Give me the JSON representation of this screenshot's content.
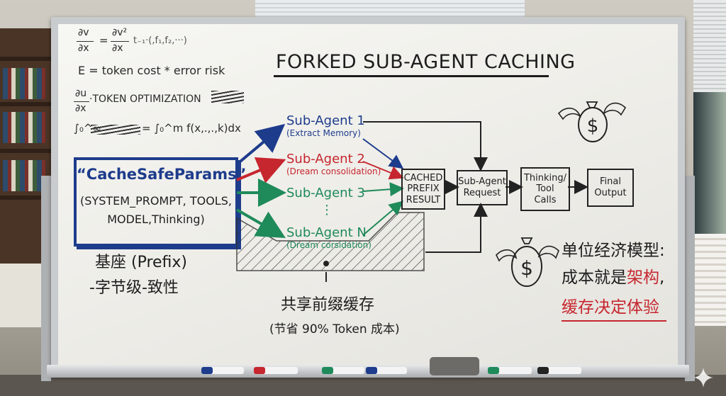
{
  "board": {
    "title": "FORKED SUB-AGENT CACHING",
    "formulas": {
      "f1_left_num": "∂v",
      "f1_left_den": "∂x",
      "f1_eq": "=",
      "f1_right_num": "∂v²",
      "f1_right_den": "∂x",
      "f1_tail": "t₋₁·(,f₁,f₂,···)",
      "f2": "E = token cost * error risk",
      "f3_num": "∂u",
      "f3_den": "∂x",
      "f3_tail": "·TOKEN OPTIMIZATION",
      "f4_left": "∫₀^∞",
      "f4_mid": "= ∫₀^m f(x,.,.,k)dx"
    },
    "cache_safe_params": {
      "title": "“CacheSafeParams”",
      "line1": "(SYSTEM_PROMPT, TOOLS,",
      "line2": "MODEL,Thinking)"
    },
    "base_label": {
      "line1": "基座 (Prefix)",
      "line2": "-字节级-致性"
    },
    "agents": [
      {
        "name": "Sub-Agent 1",
        "sub": "(Extract Memory)",
        "color": "#1e3c8c"
      },
      {
        "name": "Sub-Agent 2",
        "sub": "(Dream consolidation)",
        "color": "#c6262e"
      },
      {
        "name": "Sub-Agent 3",
        "sub": "",
        "color": "#1f8a5a"
      },
      {
        "name": "Sub-Agent N",
        "sub": "(Dream corsidation)",
        "color": "#1f8a5a"
      }
    ],
    "dots": "⋮",
    "nodes": {
      "cached": [
        "CACHED",
        "PREFIX",
        "RESULT"
      ],
      "request": [
        "Sub-Agent",
        "Request"
      ],
      "thinking": [
        "Thinking/",
        "Tool",
        "Calls"
      ],
      "final": [
        "Final",
        "Output"
      ]
    },
    "shared_cache": {
      "line1": "共享前缀缓存",
      "line2": "(节省 90% Token 成本)"
    },
    "unit_econ": {
      "line1": "单位经济模型:",
      "line2_a": "成本就是",
      "line2_b": "架构",
      "line2_c": ",",
      "line3": "缓存决定体验"
    },
    "money_symbol": "$"
  },
  "colors": {
    "blue": "#1e3c8c",
    "red": "#c6262e",
    "green": "#1f8a5a",
    "ink": "#1d1d1d"
  }
}
